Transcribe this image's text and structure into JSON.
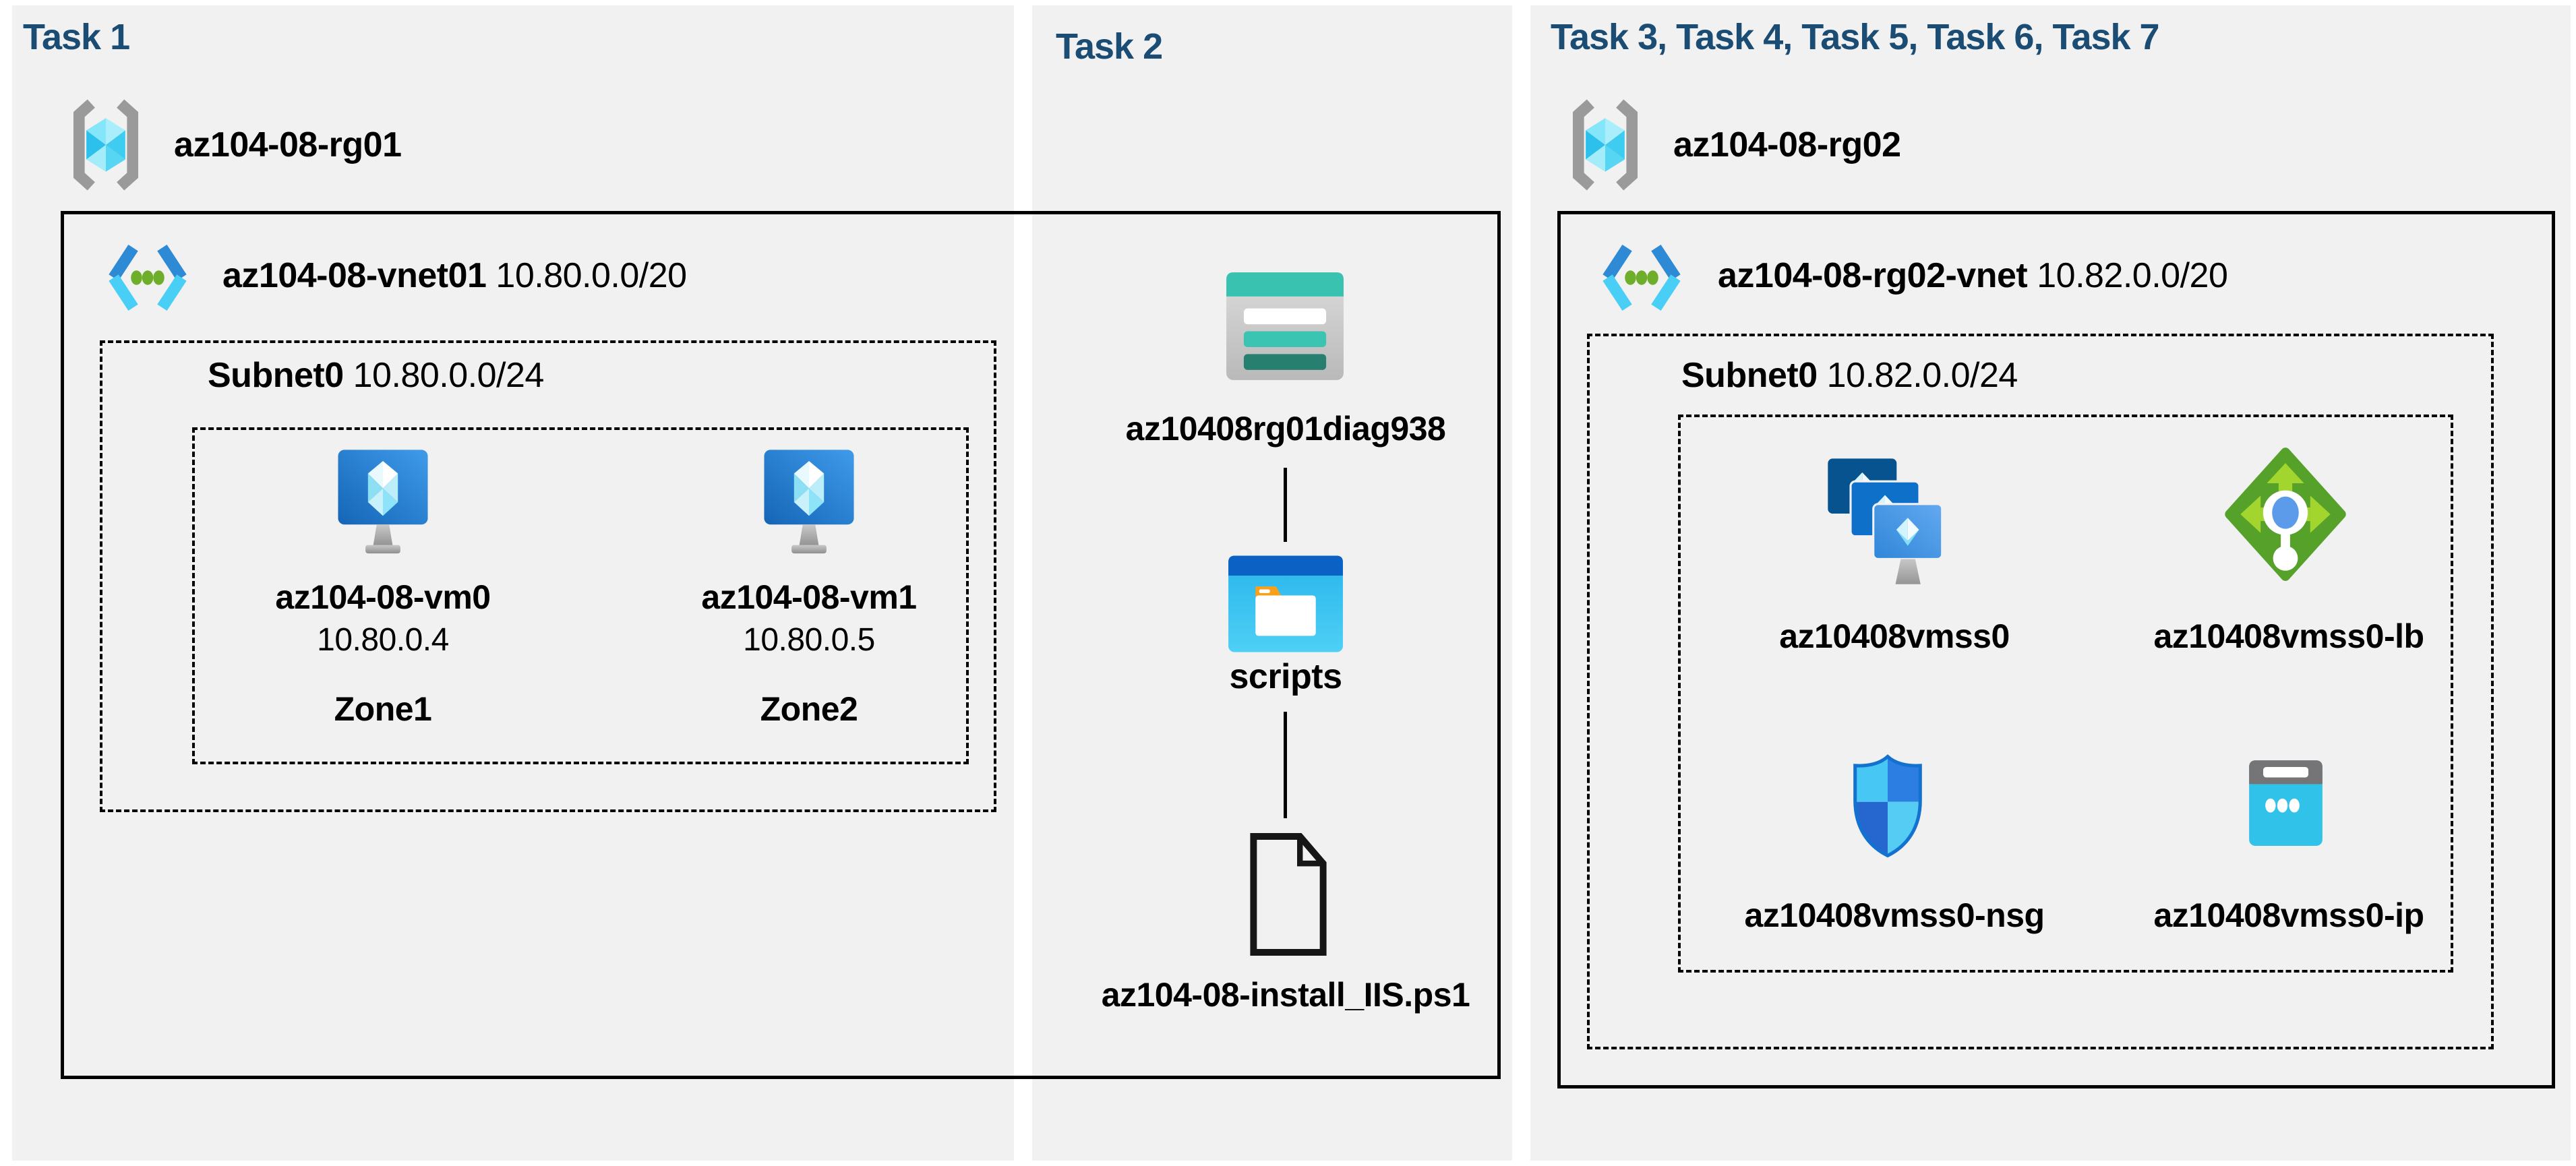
{
  "task1": {
    "title": "Task 1",
    "resource_group": "az104-08-rg01",
    "vnet_name": "az104-08-vnet01",
    "vnet_cidr": "10.80.0.0/20",
    "subnet_name": "Subnet0",
    "subnet_cidr": "10.80.0.0/24",
    "vms": [
      {
        "name": "az104-08-vm0",
        "ip": "10.80.0.4",
        "zone": "Zone1"
      },
      {
        "name": "az104-08-vm1",
        "ip": "10.80.0.5",
        "zone": "Zone2"
      }
    ]
  },
  "task2": {
    "title": "Task 2",
    "storage_account": "az10408rg01diag938",
    "folder": "scripts",
    "script_file": "az104-08-install_IIS.ps1"
  },
  "task3": {
    "title": "Task 3, Task 4, Task 5, Task 6, Task 7",
    "resource_group": "az104-08-rg02",
    "vnet_name": "az104-08-rg02-vnet",
    "vnet_cidr": "10.82.0.0/20",
    "subnet_name": "Subnet0",
    "subnet_cidr": "10.82.0.0/24",
    "vmss": "az10408vmss0",
    "load_balancer": "az10408vmss0-lb",
    "nsg": "az10408vmss0-nsg",
    "public_ip": "az10408vmss0-ip"
  },
  "colors": {
    "panel_bg": "#f1f1f2",
    "title_navy": "#1a4c74",
    "border_black": "#000000",
    "azure_blue": "#2383d6",
    "cyan": "#35c4ee",
    "teal": "#3ac2b0",
    "green": "#56a12a",
    "light_green": "#a2d62e",
    "orange": "#f8a01b",
    "gray": "#9a9a9a"
  }
}
